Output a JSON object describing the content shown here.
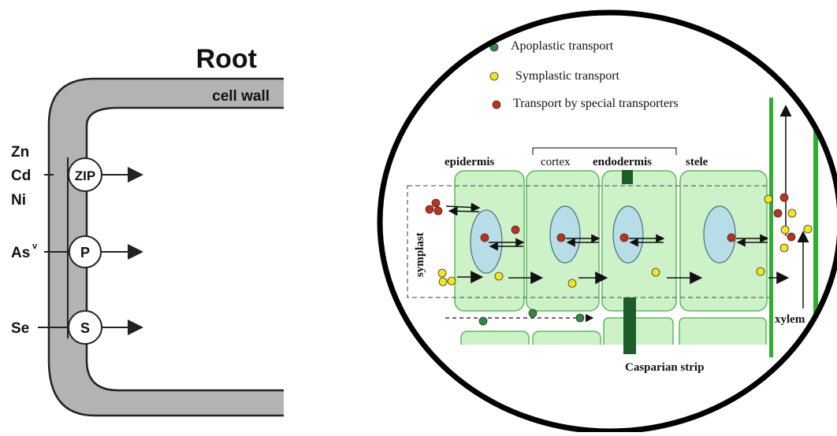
{
  "left_diagram": {
    "title": "Root",
    "cell_wall_label": "cell wall",
    "transporters": [
      {
        "label": "ZIP",
        "ions": [
          "Zn",
          "Cd",
          "Ni"
        ]
      },
      {
        "label": "P",
        "ions": [
          "As"
        ],
        "ion_superscript": "v"
      },
      {
        "label": "S",
        "ions": [
          "Se"
        ]
      }
    ]
  },
  "right_diagram": {
    "legend": [
      {
        "label": "Apoplastic transport",
        "color": "#2e8b3e"
      },
      {
        "label": "Symplastic transport",
        "color": "#f5e51b"
      },
      {
        "label": "Transport by special transporters",
        "color": "#c0301a"
      }
    ],
    "tissue_labels": {
      "epidermis": "epidermis",
      "cortex": "cortex",
      "endodermis": "endodermis",
      "stele": "stele",
      "symplast": "symplast",
      "xylem": "xylem",
      "casparian_strip": "Casparian strip"
    },
    "colors": {
      "cell_fill": "#cdf2c8",
      "cell_stroke": "#5cb85c",
      "nucleus_fill": "#b7dde6",
      "casparian": "#1b5e2a",
      "xylem_wall": "#2bb02b"
    }
  }
}
